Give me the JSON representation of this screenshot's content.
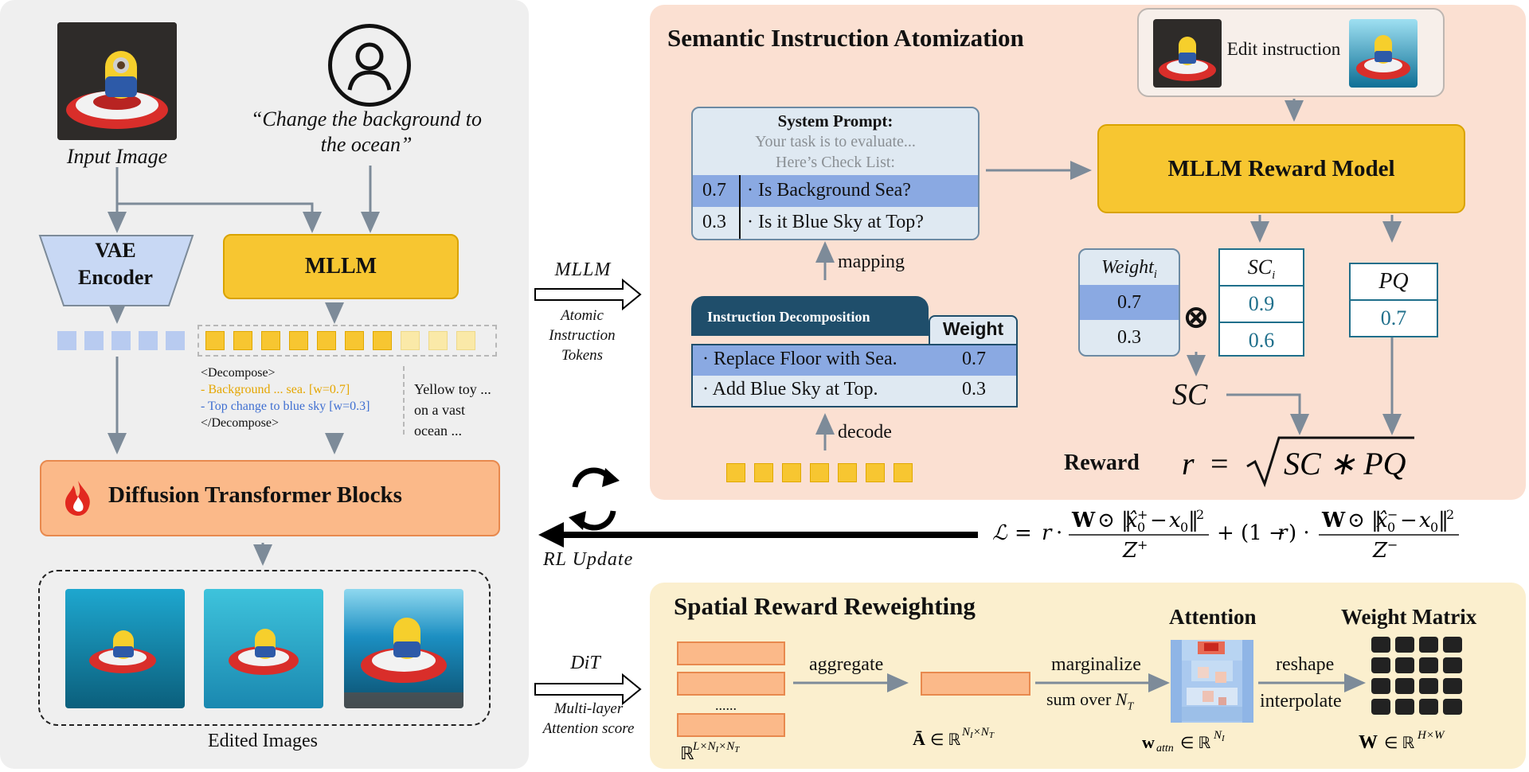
{
  "left": {
    "input_image_label": "Input Image",
    "instruction_quote": "“Change the background to the ocean”",
    "vae": "VAE Encoder",
    "mllm": "MLLM",
    "decomp_open": "<Decompose>",
    "decomp_line1": "- Background ... sea. [w=0.7]",
    "decomp_line2": "- Top change to blue sky [w=0.3]",
    "decomp_close": "</Decompose>",
    "caption_text": "Yellow toy ... on a vast ocean ...",
    "dit_blocks": "Diffusion Transformer Blocks",
    "edited_images_label": "Edited Images"
  },
  "middle": {
    "mllm_arrow_label": "MLLM",
    "atomic_tokens": "Atomic Instruction Tokens",
    "rl_update": "RL Update",
    "dit_arrow_label": "DiT",
    "multilayer_attention": "Multi-layer Attention score"
  },
  "semantic": {
    "title": "Semantic Instruction Atomization",
    "edit_instruction": "Edit instruction",
    "system_prompt_title": "System Prompt:",
    "system_prompt_line1": "Your task is to evaluate...",
    "system_prompt_line2": "Here’s Check List:",
    "checklist": [
      {
        "weight": "0.7",
        "text": "· Is Background Sea?"
      },
      {
        "weight": "0.3",
        "text": "· Is it Blue Sky at Top?"
      }
    ],
    "mapping": "mapping",
    "decode": "decode",
    "decomposition_header": "Instruction Decomposition",
    "weight_header": "Weight",
    "decomposition_rows": [
      {
        "text": "· Replace Floor with Sea.",
        "weight": "0.7"
      },
      {
        "text": "· Add Blue Sky at Top.",
        "weight": "0.3"
      }
    ],
    "reward_model": "MLLM Reward Model",
    "weight_i_header": "Weight",
    "weight_i_values": [
      "0.7",
      "0.3"
    ],
    "sc_i_header": "SC",
    "sc_i_values": [
      "0.9",
      "0.6"
    ],
    "pq_header": "PQ",
    "pq_value": "0.7",
    "otimes": "⊗",
    "sc_label": "SC",
    "reward_label": "Reward"
  },
  "loss_formula": "ℒ = r · W ⊙ ‖x̂₀⁺ − x₀‖² / Z⁺ + (1 − r) · W ⊙ ‖x̂₀⁻ − x₀‖² / Z⁻",
  "spatial": {
    "title": "Spatial Reward Reweighting",
    "ellipsis": "......",
    "aggregate": "aggregate",
    "marginalize": "marginalize",
    "sum_over": "sum over",
    "attention_title": "Attention",
    "reshape": "reshape",
    "interpolate": "interpolate",
    "weight_matrix_title": "Weight Matrix"
  },
  "colors": {
    "yellow": "#f7c631",
    "orange_block": "#fbb989",
    "blue_highlight": "#8aa9e2",
    "teal": "#1f6f8b"
  }
}
